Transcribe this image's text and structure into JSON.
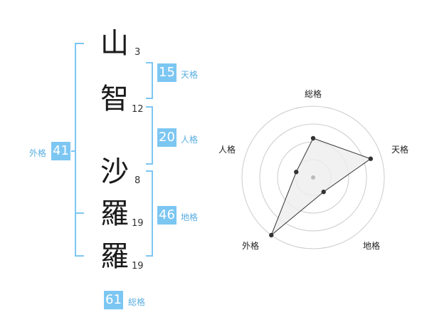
{
  "name": {
    "chars": [
      {
        "char": "山",
        "strokes": "3"
      },
      {
        "char": "智",
        "strokes": "12"
      },
      {
        "char": "沙",
        "strokes": "8"
      },
      {
        "char": "羅",
        "strokes": "19"
      },
      {
        "char": "羅",
        "strokes": "19"
      }
    ]
  },
  "kakusuu": {
    "tenkaku": {
      "value": "15",
      "label": "天格"
    },
    "jinkaku": {
      "value": "20",
      "label": "人格"
    },
    "chikaku": {
      "value": "46",
      "label": "地格"
    },
    "gaikaku": {
      "value": "41",
      "label": "外格"
    },
    "soukaku": {
      "value": "61",
      "label": "総格"
    }
  },
  "chart_data": {
    "type": "radar",
    "axes": [
      "総格",
      "天格",
      "地格",
      "外格",
      "人格"
    ],
    "values": [
      0.55,
      0.85,
      0.25,
      1.0,
      0.25
    ],
    "rings": 4,
    "grid": true
  },
  "colors": {
    "accent": "#7cc6f2",
    "accent_text": "#5aaee0",
    "ring": "#cccccc",
    "fill": "#eeeeee",
    "line": "#333333"
  }
}
